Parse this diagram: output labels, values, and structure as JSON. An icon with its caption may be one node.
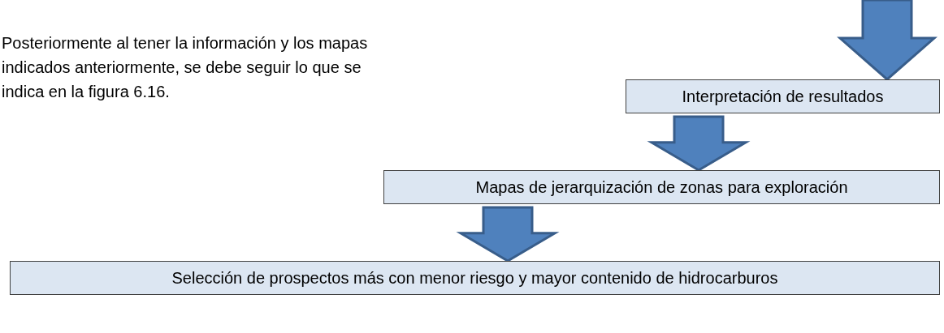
{
  "diagram": {
    "nodes": [
      {
        "text": [
          "Interpretación de resultados"
        ]
      },
      {
        "text": [
          "Mapas de jerarquización de zonas para exploración"
        ]
      },
      {
        "text": [
          "Selección de prospectos más con menor riesgo y mayor contenido de hidrocarburos"
        ]
      }
    ],
    "edges": [
      {
        "from": null,
        "to": 0,
        "arrow": "to"
      },
      {
        "from": 0,
        "to": 1,
        "arrow": "to"
      },
      {
        "from": 1,
        "to": 2,
        "arrow": "to"
      }
    ],
    "labels": [
      "Posteriormente al tener la información y los mapas indicados anteriormente, se debe seguir lo que se indica en la figura 6.16."
    ]
  }
}
